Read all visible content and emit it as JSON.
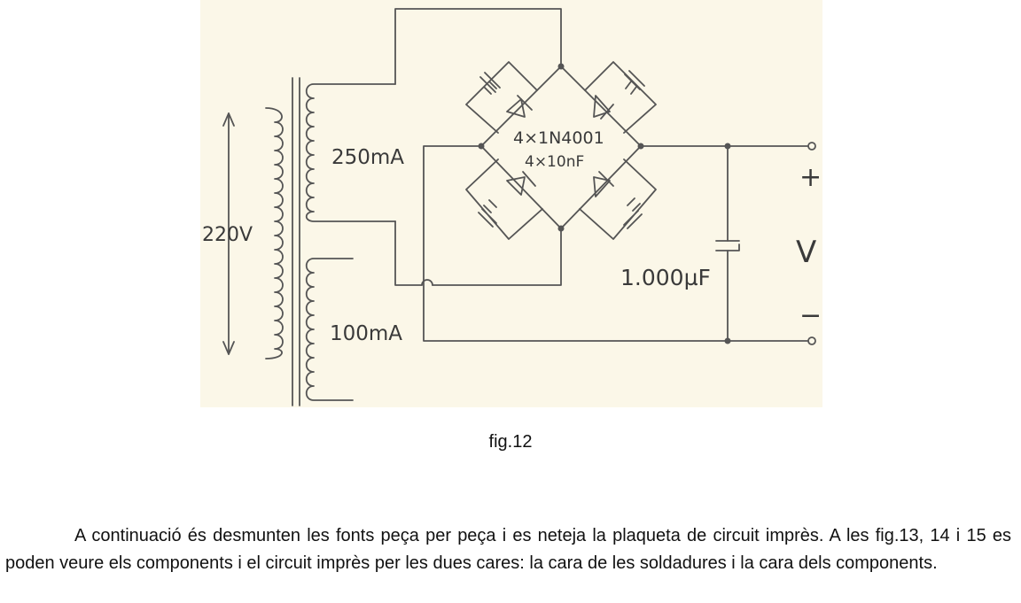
{
  "figure": {
    "labels": {
      "primary_voltage": "220V",
      "secondary_1_current": "250mA",
      "secondary_2_current": "100mA",
      "diodes": "4×1N4001",
      "capacitors_small": "4×10nF",
      "filter_capacitor": "1.000µF",
      "output_plus": "+",
      "output_voltage": "V",
      "output_minus": "−"
    },
    "colors": {
      "paper": "#fbf7e8",
      "ink": "#555555"
    }
  },
  "caption": "fig.12",
  "paragraph": "A continuació és desmunten les fonts peça per peça i es neteja la plaqueta de circuit imprès. A les fig.13, 14 i 15 es poden veure els components i el circuit imprès per les dues cares: la cara de les soldadures i la cara dels components."
}
